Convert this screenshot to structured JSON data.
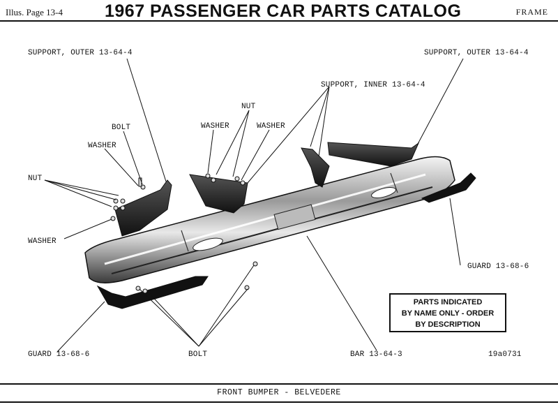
{
  "header": {
    "left": "Illus. Page 13-4",
    "title": "1967 PASSENGER CAR PARTS CATALOG",
    "right": "FRAME"
  },
  "labels": {
    "support_outer_left": "SUPPORT, OUTER 13-64-4",
    "support_outer_right": "SUPPORT, OUTER 13-64-4",
    "support_inner": "SUPPORT, INNER 13-64-4",
    "nut_center": "NUT",
    "washer_center_left": "WASHER",
    "washer_center_right": "WASHER",
    "bolt_left": "BOLT",
    "washer_left_upper": "WASHER",
    "nut_left": "NUT",
    "washer_left_lower": "WASHER",
    "guard_right": "GUARD 13-68-6",
    "guard_left": "GUARD 13-68-6",
    "bolt_bottom": "BOLT",
    "bar": "BAR 13-64-3",
    "figure_number": "19a0731"
  },
  "note": {
    "line1": "PARTS INDICATED",
    "line2": "BY NAME ONLY - ORDER",
    "line3": "BY DESCRIPTION"
  },
  "caption": "FRONT BUMPER - BELVEDERE"
}
